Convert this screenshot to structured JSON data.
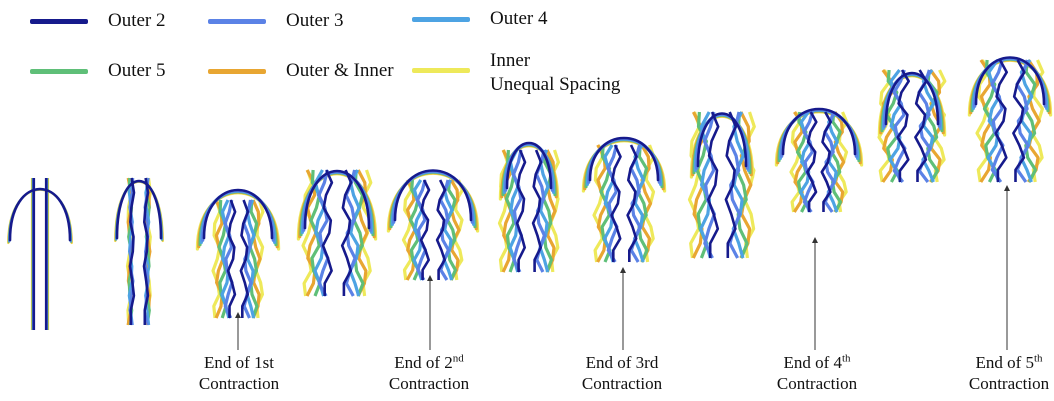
{
  "legend": [
    {
      "label": "Outer 2",
      "color": "#161a8c"
    },
    {
      "label": "Outer 3",
      "color": "#5b82e6"
    },
    {
      "label": "Outer 4",
      "color": "#4da3e3"
    },
    {
      "label": "Outer 5",
      "color": "#5fbf78"
    },
    {
      "label": "Outer & Inner",
      "color": "#e8a632"
    },
    {
      "label": "Inner",
      "label_line2": "Unequal Spacing",
      "color": "#eee95a"
    }
  ],
  "captions": [
    {
      "line1": "End of 1st",
      "line2": "Contraction"
    },
    {
      "line1_pre": "End of 2",
      "sup": "nd",
      "line2": "Contraction"
    },
    {
      "line1": "End of 3rd",
      "line2": "Contraction"
    },
    {
      "line1_pre": "End of 4",
      "sup": "th",
      "line2": "Contraction"
    },
    {
      "line1_pre": "End of 5",
      "sup": "th",
      "line2": "Contraction"
    }
  ],
  "colors": {
    "outer2": "#161a8c",
    "outer3": "#5b82e6",
    "outer4": "#4da3e3",
    "outer5": "#5fbf78",
    "outer_inner": "#e8a632",
    "inner_unequal": "#eee95a",
    "arrow": "#333333"
  }
}
